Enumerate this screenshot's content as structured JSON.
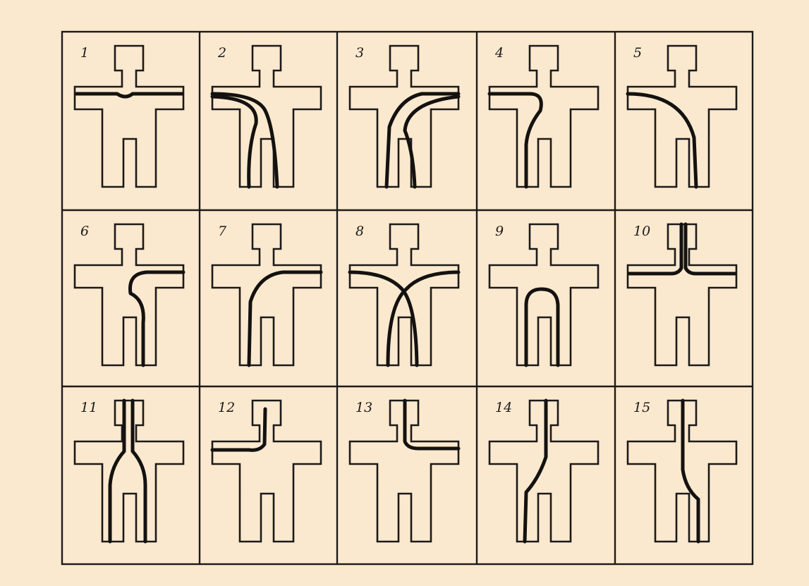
{
  "figure": {
    "panels": [
      {
        "number": "1",
        "path": "horizontal-arms"
      },
      {
        "number": "2",
        "path": "left-arm-to-both-legs"
      },
      {
        "number": "3",
        "path": "right-arm-to-both-legs"
      },
      {
        "number": "4",
        "path": "left-arm-to-left-leg"
      },
      {
        "number": "5",
        "path": "left-arm-to-right-leg"
      },
      {
        "number": "6",
        "path": "right-arm-to-right-leg"
      },
      {
        "number": "7",
        "path": "right-arm-to-left-leg"
      },
      {
        "number": "8",
        "path": "arms-crossed-to-legs"
      },
      {
        "number": "9",
        "path": "leg-to-leg-loop"
      },
      {
        "number": "10",
        "path": "head-to-both-arms"
      },
      {
        "number": "11",
        "path": "head-to-both-legs"
      },
      {
        "number": "12",
        "path": "head-to-left-arm"
      },
      {
        "number": "13",
        "path": "head-to-right-arm"
      },
      {
        "number": "14",
        "path": "head-to-left-leg"
      },
      {
        "number": "15",
        "path": "head-to-right-leg"
      }
    ],
    "colors": {
      "paper": "#fbe9cf",
      "ink": "#1c1a18"
    }
  }
}
